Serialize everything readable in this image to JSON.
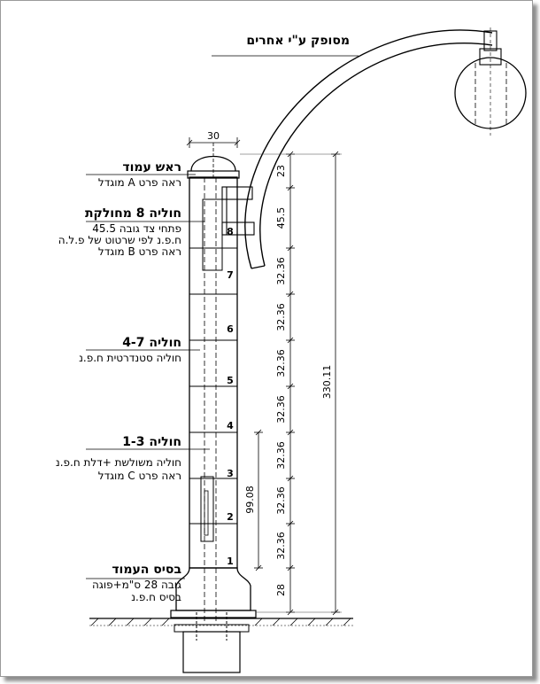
{
  "supplier_note": "מסופק ע\"י אחרים",
  "top_width_dim": "30",
  "callouts": {
    "column_head": {
      "title": "ראש עמוד",
      "lines": [
        "ראה פרט A מוגדל"
      ]
    },
    "split_ring_8": {
      "title": "חוליה 8 מחולקת",
      "lines": [
        "פתחי צד  גובה 45.5",
        "ח.פ.נ לפי שרטוט של פ.ל.ה",
        "ראה פרט B מוגדל"
      ]
    },
    "rings_4_7": {
      "title": "חוליה 4-7",
      "lines": [
        "חוליה סטנדרטית ח.פ.נ"
      ]
    },
    "rings_1_3": {
      "title": "חוליה 1-3",
      "lines": [
        "חוליה משולשת +דלת ח.פ.נ",
        "ראה פרט C מוגדל"
      ]
    },
    "column_base": {
      "title": "בסיס העמוד",
      "lines": [
        "גובה 28 ס\"מ+פוגה",
        "בסיס ח.פ.נ"
      ]
    }
  },
  "ring_numbers": [
    "1",
    "2",
    "3",
    "4",
    "5",
    "6",
    "7",
    "8"
  ],
  "segment_dims": [
    "28",
    "32.36",
    "32.36",
    "32.36",
    "32.36",
    "32.36",
    "32.36",
    "32.36",
    "45.5",
    "23"
  ],
  "total_height_dim": "330.11",
  "lower_height_dim": "99.08"
}
